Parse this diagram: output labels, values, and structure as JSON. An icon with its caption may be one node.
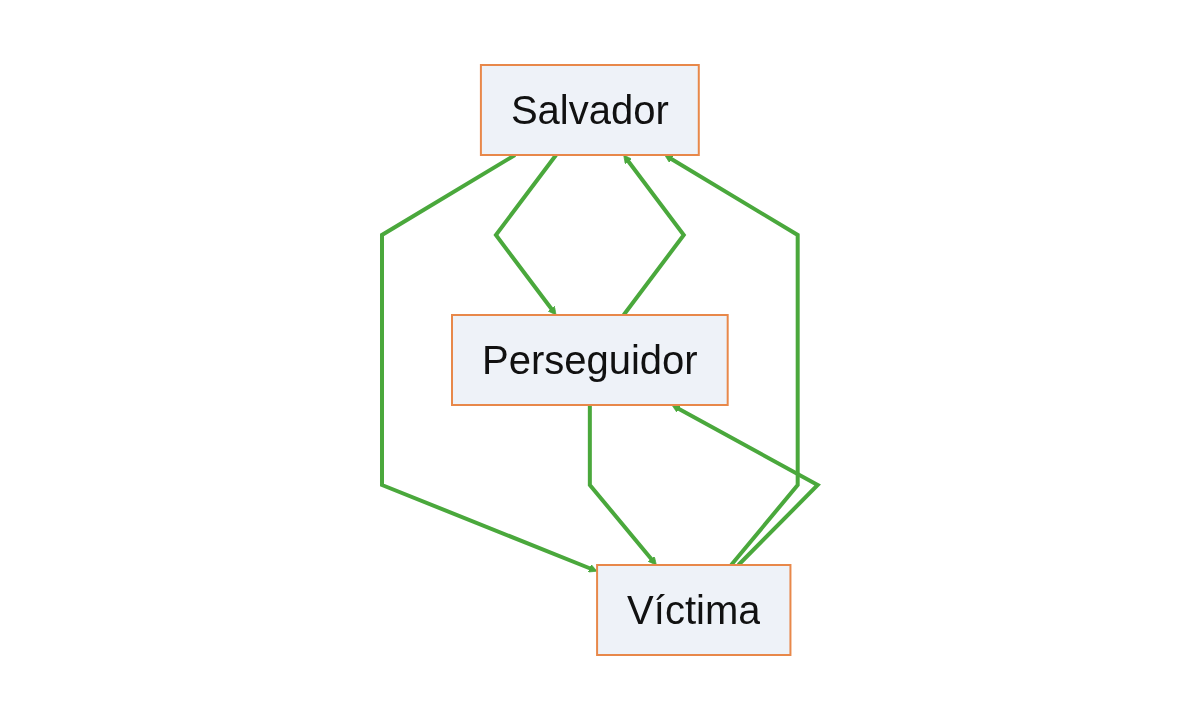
{
  "diagram": {
    "nodes": [
      {
        "text": [
          "Salvador"
        ]
      },
      {
        "text": [
          "Perseguidor"
        ]
      },
      {
        "text": [
          "Víctima"
        ]
      }
    ],
    "edges": [
      {
        "from": 0,
        "to": 1,
        "arrow": "to"
      },
      {
        "from": 1,
        "to": 0,
        "arrow": "to"
      },
      {
        "from": 0,
        "to": 2,
        "arrow": "to"
      },
      {
        "from": 2,
        "to": 0,
        "arrow": "to"
      },
      {
        "from": 1,
        "to": 2,
        "arrow": "to"
      },
      {
        "from": 2,
        "to": 1,
        "arrow": "to"
      }
    ]
  }
}
